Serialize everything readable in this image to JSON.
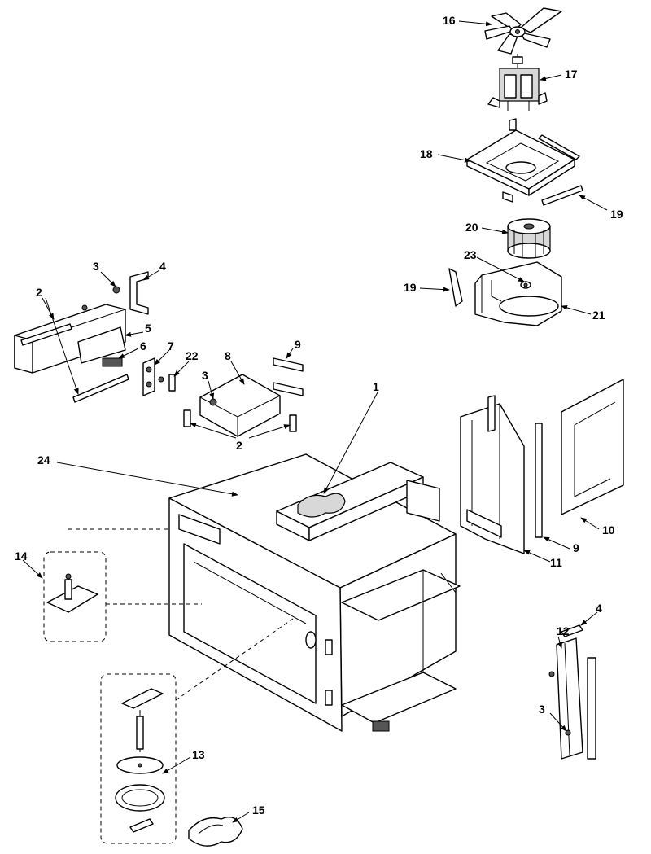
{
  "diagram": {
    "callouts": [
      {
        "id": "c1",
        "text": "1"
      },
      {
        "id": "c2a",
        "text": "2"
      },
      {
        "id": "c2b",
        "text": "2"
      },
      {
        "id": "c3a",
        "text": "3"
      },
      {
        "id": "c3b",
        "text": "3"
      },
      {
        "id": "c3c",
        "text": "3"
      },
      {
        "id": "c4a",
        "text": "4"
      },
      {
        "id": "c4b",
        "text": "4"
      },
      {
        "id": "c5",
        "text": "5"
      },
      {
        "id": "c6",
        "text": "6"
      },
      {
        "id": "c7",
        "text": "7"
      },
      {
        "id": "c8",
        "text": "8"
      },
      {
        "id": "c9a",
        "text": "9"
      },
      {
        "id": "c9b",
        "text": "9"
      },
      {
        "id": "c10",
        "text": "10"
      },
      {
        "id": "c11",
        "text": "11"
      },
      {
        "id": "c12",
        "text": "12"
      },
      {
        "id": "c13",
        "text": "13"
      },
      {
        "id": "c14",
        "text": "14"
      },
      {
        "id": "c15",
        "text": "15"
      },
      {
        "id": "c16",
        "text": "16"
      },
      {
        "id": "c17",
        "text": "17"
      },
      {
        "id": "c18",
        "text": "18"
      },
      {
        "id": "c19a",
        "text": "19"
      },
      {
        "id": "c19b",
        "text": "19"
      },
      {
        "id": "c20",
        "text": "20"
      },
      {
        "id": "c21",
        "text": "21"
      },
      {
        "id": "c22",
        "text": "22"
      },
      {
        "id": "c23",
        "text": "23"
      },
      {
        "id": "c24",
        "text": "24"
      }
    ]
  }
}
